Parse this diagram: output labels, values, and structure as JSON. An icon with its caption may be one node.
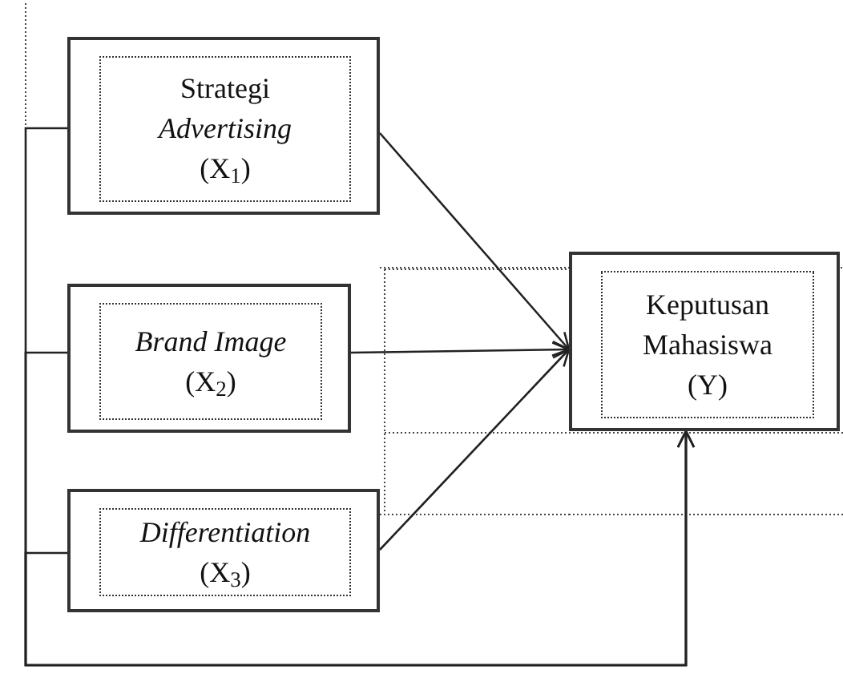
{
  "diagram": {
    "nodes": [
      {
        "text": [
          "Strategi *Advertising* (X$_{1}$)"
        ]
      },
      {
        "text": [
          "*Brand Image* (X$_{2}$)"
        ]
      },
      {
        "text": [
          "*Differentiation* (X$_{3}$)"
        ]
      },
      {
        "text": [
          "Keputusan Mahasiswa (Y)"
        ]
      }
    ],
    "edges": [
      {
        "from": 0,
        "to": 3,
        "arrow": "to"
      },
      {
        "from": 1,
        "to": 3,
        "arrow": "to"
      },
      {
        "from": 2,
        "to": 3,
        "arrow": "to"
      },
      {
        "from": 0,
        "to": 3,
        "arrow": "to"
      },
      {
        "from": 1,
        "to": 3,
        "arrow": "to"
      },
      {
        "from": 2,
        "to": 3,
        "arrow": "to"
      }
    ]
  }
}
